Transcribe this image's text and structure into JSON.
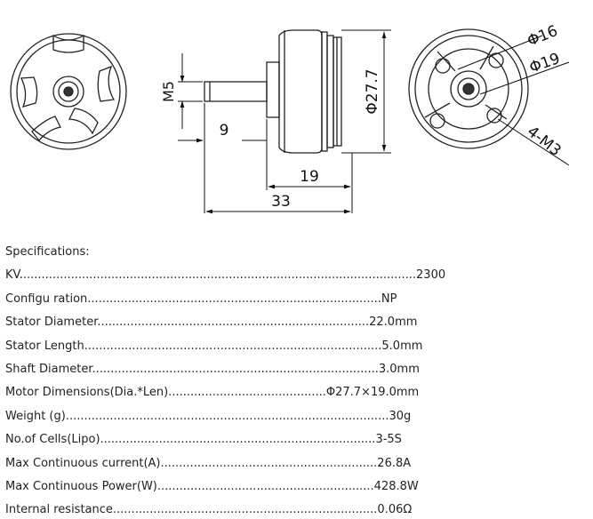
{
  "drawing": {
    "dims": {
      "shaft": "M5",
      "shaft_len": "9",
      "body_len": "19",
      "total_len": "33",
      "diameter": "Φ27.7",
      "hole_dia_16": "Φ16",
      "hole_dia_19": "Φ19",
      "screws": "4-M3"
    }
  },
  "specs": {
    "title": "Specifications:",
    "lines": [
      "KV............................................................................................................2300",
      "Configu ration................................................................................NP",
      "Stator Diameter..........................................................................22.0mm",
      "Stator Length.................................................................................5.0mm",
      "Shaft Diameter..............................................................................3.0mm",
      "Motor Dimensions(Dia.*Len)...........................................Φ27.7×19.0mm",
      "Weight (g)........................................................................................30g",
      "No.of Cells(Lipo)...........................................................................3-5S",
      "Max Continuous current(A)...........................................................26.8A",
      "Max Continuous Power(W)...........................................................428.8W",
      "Internal resistance........................................................................0.06Ω"
    ]
  }
}
